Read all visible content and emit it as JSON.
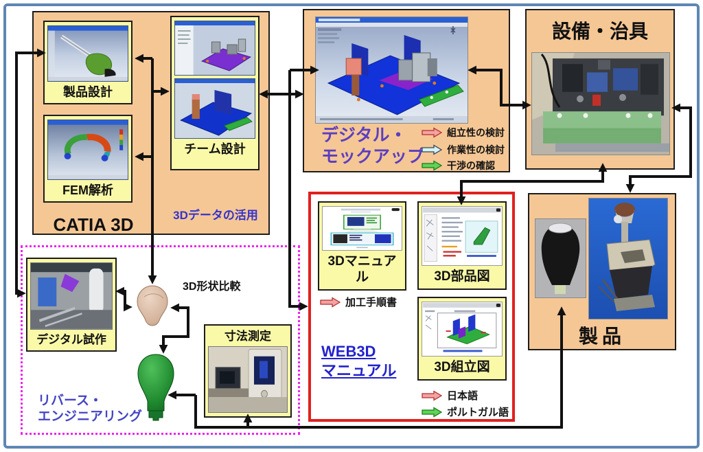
{
  "catia": {
    "title": "CATIA 3D",
    "note": "3Dデータの活用",
    "product_design": "製品設計",
    "fem": "FEM解析",
    "team_design": "チーム設計"
  },
  "mockup": {
    "line1": "デジタル・",
    "line2": "モックアップ",
    "legend1": "組立性の検討",
    "legend2": "作業性の検討",
    "legend3": "干渉の確認"
  },
  "equipment": {
    "title": "設備・治具"
  },
  "product": {
    "title": "製品"
  },
  "web3d": {
    "line1": "WEB3D",
    "line2": "マニュアル",
    "manual": "3Dマニュアル",
    "parts": "3D部品図",
    "assembly": "3D組立図",
    "process_note": "加工手順書",
    "lang1": "日本語",
    "lang2": "ポルトガル語"
  },
  "reverse": {
    "line1": "リバース・",
    "line2": "エンジニアリング",
    "prototype": "デジタル試作",
    "measure": "寸法測定",
    "compare": "3D形状比較"
  },
  "colors": {
    "panel_peach": "#f5c795",
    "label_yellow": "#f9f9a8",
    "frame_blue": "#5e86b4",
    "web3d_red": "#e02020",
    "reverse_magenta": "#ee22ee",
    "link_blue": "#2222cc",
    "note_blue": "#3333cc",
    "mockup_purple": "#5b3fc0",
    "flow_arrow_black": "#111111",
    "legend_pink": "#f4a2a2",
    "legend_cyan": "#d6f3f7",
    "legend_green": "#5ed355"
  }
}
